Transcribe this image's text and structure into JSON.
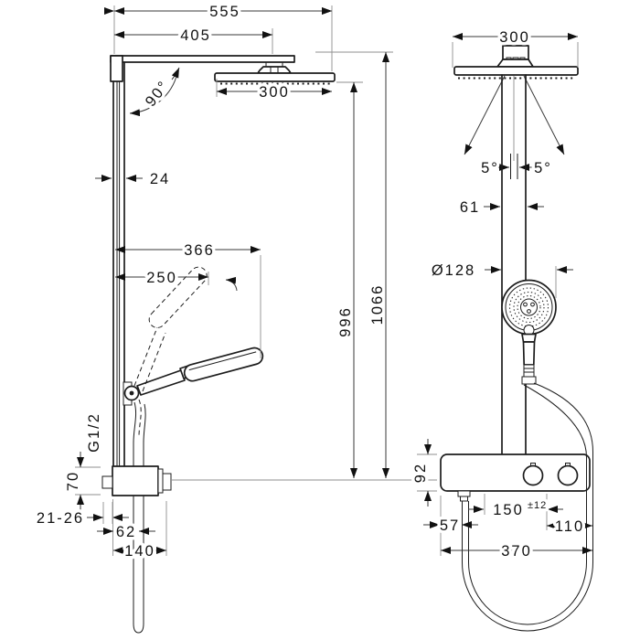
{
  "drawing": {
    "side_view": {
      "overall_width": "555",
      "arm_projection": "405",
      "head_width": "300",
      "arm_angle": "90°",
      "pipe_depth": "24",
      "handshower_reach": "366",
      "handshower_length": "250",
      "height_to_spray_face": "996",
      "overall_height": "1066",
      "connection_thread": "G1/2",
      "outlet_height": "70",
      "wall_distance": "21-26",
      "hose_offset": "62",
      "body_depth": "140"
    },
    "front_view": {
      "head_width": "300",
      "spray_angle_left": "5°",
      "spray_angle_right": "5°",
      "pipe_width": "61",
      "handshower_diameter": "Ø128",
      "body_height": "92",
      "hose_outlet_offset": "57",
      "inlet_spacing": "150",
      "inlet_tolerance": "±12",
      "outlet_right_offset": "110",
      "body_width": "370"
    }
  }
}
